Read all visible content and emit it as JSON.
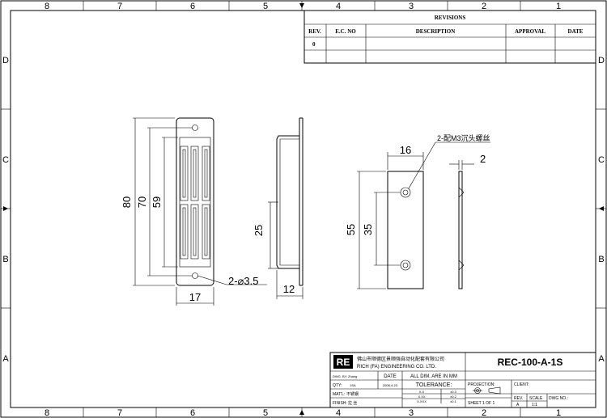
{
  "frame": {
    "columns_top": [
      "8",
      "7",
      "6",
      "5",
      "4",
      "3",
      "2",
      "1"
    ],
    "columns_bottom": [
      "8",
      "7",
      "6",
      "5",
      "4",
      "3",
      "2",
      "1"
    ],
    "rows_left": [
      "D",
      "C",
      "B",
      "A"
    ],
    "rows_right": [
      "D",
      "C",
      "B",
      "A"
    ]
  },
  "revisions": {
    "title": "REVISIONS",
    "headers": {
      "rev": "REV.",
      "ec": "E.C. NO",
      "desc": "DESCRIPTION",
      "approval": "APPROVAL",
      "date": "DATE"
    },
    "rows": [
      {
        "rev": "0",
        "ec": "",
        "desc": "",
        "approval": "",
        "date": ""
      }
    ]
  },
  "dimensions": {
    "front": {
      "d80": "80",
      "d70": "70",
      "d59": "59",
      "d17": "17",
      "hole_note": "2-⌀3.5"
    },
    "side": {
      "d25": "25",
      "d12": "12"
    },
    "plate": {
      "d16": "16",
      "d55": "55",
      "d35": "35",
      "screw_note": "2-配M3沉头螺丝"
    },
    "plate_side": {
      "d2": "2"
    }
  },
  "title_block": {
    "logo": "RE",
    "company_cn": "佛山市顺德区景顺强自动化配套有限公司",
    "company_en": "RICH (FA) ENGINEERING CO. LTD.",
    "drawing_no": "REC-100-A-1S",
    "dwg_by_label": "DWG. BY:",
    "dwg_by_value": "Zhang",
    "date_label": "DATE",
    "all_dim": "ALL DIM. ARE IN MM",
    "qty_label": "QTY:",
    "qty_value": "1SA",
    "date_value": "2008-4-23",
    "tolerance_label": "TOLERANCE:",
    "tolerances": [
      {
        "fmt": "X.X",
        "val": "±0.3"
      },
      {
        "fmt": "X.XX",
        "val": "±0.2"
      },
      {
        "fmt": "X.XXX",
        "val": "±0.1"
      }
    ],
    "matl_label": "MAT'L:",
    "matl_value": "不锈钢",
    "finish_label": "FINISH:",
    "finish_value": "拉 丝",
    "projection_label": "PROJECTION:",
    "client_label": "CLIENT:",
    "rev_label": "REV.",
    "rev_value": "A",
    "scale_label": "SCALE",
    "scale_value": "1:1",
    "dwgno_label": "DWG NO.:",
    "sheet": "SHEET  1 OF 1"
  }
}
